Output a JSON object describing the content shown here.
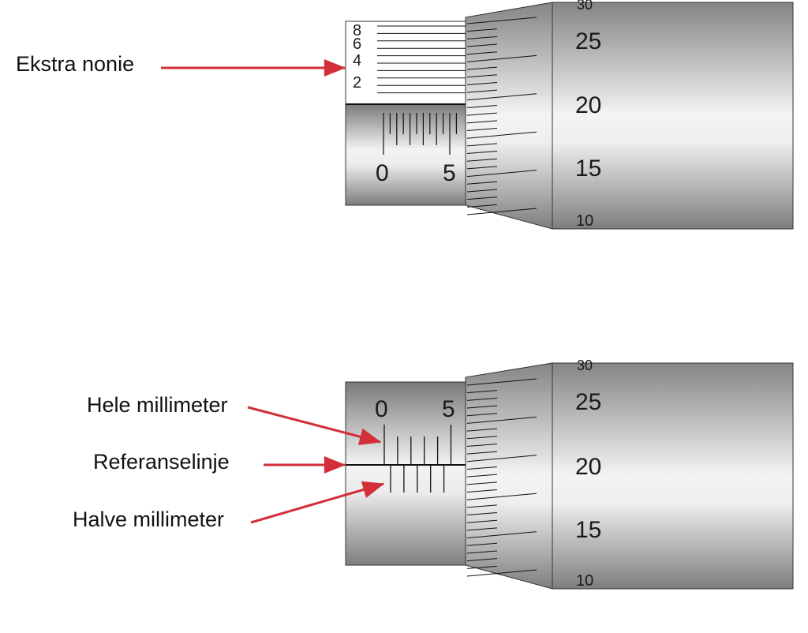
{
  "colors": {
    "arrow": "#d32f3a",
    "metal_dark": "#777777",
    "metal_light": "#f2f2f2",
    "line": "#111111"
  },
  "top_figure": {
    "annotation": "Ekstra nonie",
    "vernier_numbers": [
      "8",
      "6",
      "4",
      "2"
    ],
    "sleeve_numbers": [
      "0",
      "5"
    ],
    "thimble_numbers": [
      "30",
      "25",
      "20",
      "15",
      "10"
    ]
  },
  "bottom_figure": {
    "annotations": {
      "whole_mm": "Hele millimeter",
      "reference_line": "Referanselinje",
      "half_mm": "Halve millimeter"
    },
    "sleeve_numbers": [
      "0",
      "5"
    ],
    "thimble_numbers": [
      "30",
      "25",
      "20",
      "15",
      "10"
    ]
  }
}
